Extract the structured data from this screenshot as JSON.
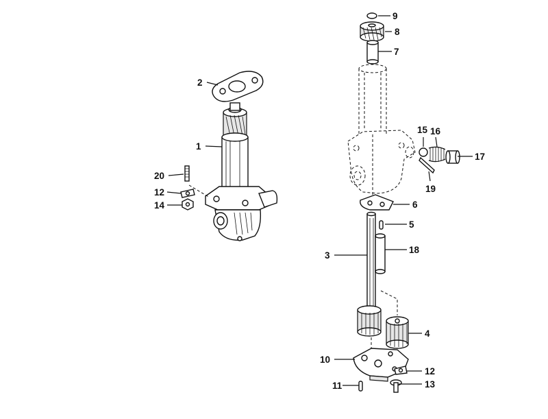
{
  "callouts": [
    {
      "key": "c1",
      "number": "1"
    },
    {
      "key": "c2",
      "number": "2"
    },
    {
      "key": "c20",
      "number": "20"
    },
    {
      "key": "c12a",
      "number": "12"
    },
    {
      "key": "c14",
      "number": "14"
    },
    {
      "key": "c9",
      "number": "9"
    },
    {
      "key": "c8",
      "number": "8"
    },
    {
      "key": "c7",
      "number": "7"
    },
    {
      "key": "c15",
      "number": "15"
    },
    {
      "key": "c16",
      "number": "16"
    },
    {
      "key": "c17",
      "number": "17"
    },
    {
      "key": "c19",
      "number": "19"
    },
    {
      "key": "c6",
      "number": "6"
    },
    {
      "key": "c5",
      "number": "5"
    },
    {
      "key": "c3",
      "number": "3"
    },
    {
      "key": "c18",
      "number": "18"
    },
    {
      "key": "c4",
      "number": "4"
    },
    {
      "key": "c10",
      "number": "10"
    },
    {
      "key": "c12b",
      "number": "12"
    },
    {
      "key": "c11",
      "number": "11"
    },
    {
      "key": "c13",
      "number": "13"
    }
  ]
}
